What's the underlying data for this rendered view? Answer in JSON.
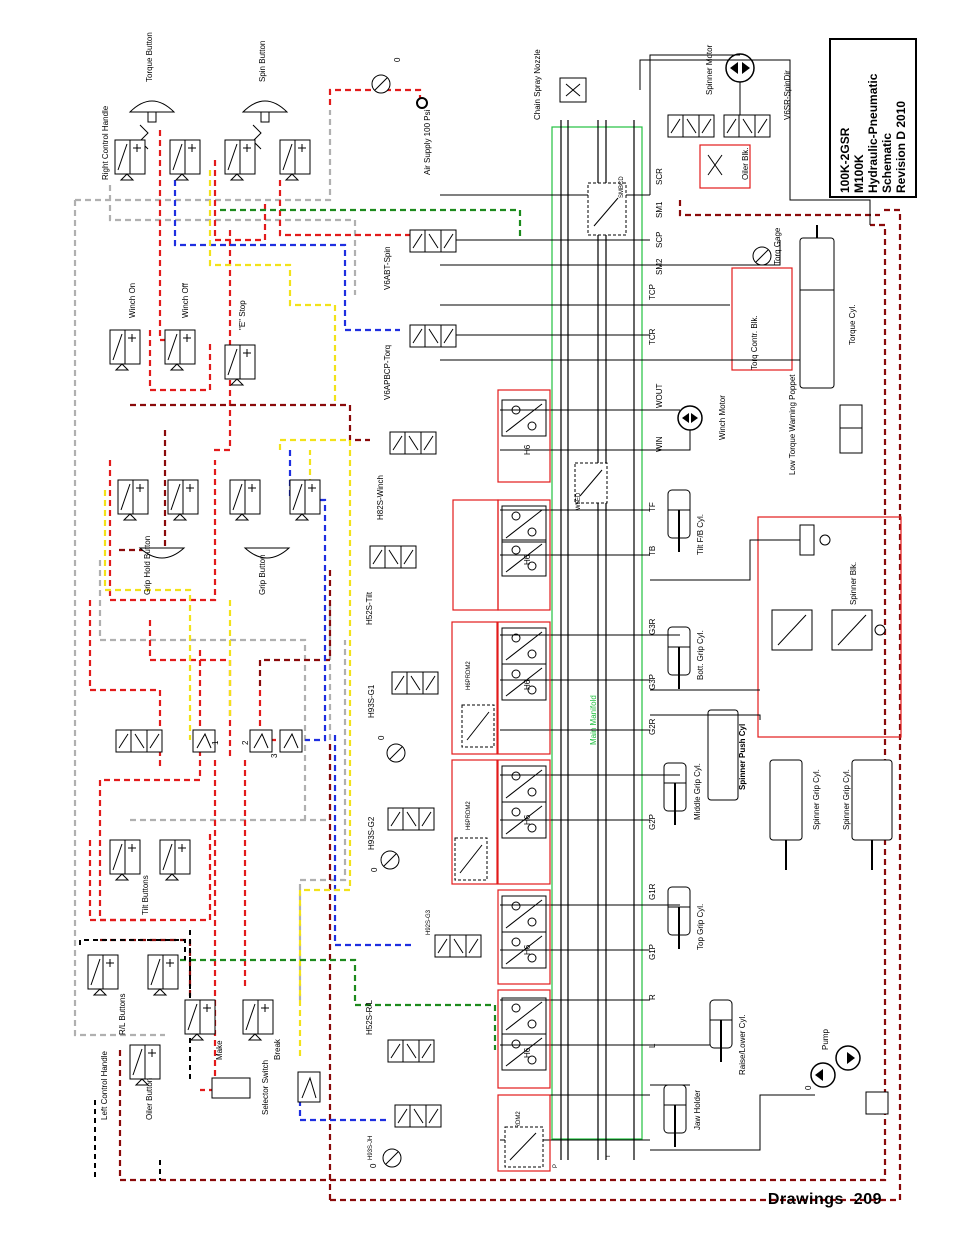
{
  "title_block": {
    "line1": "100K-2GSR",
    "line2": "M100K",
    "line3": "Hydraulic-Pneumatic",
    "line4": "Schematic",
    "line5": "Revision D 2010"
  },
  "footer": {
    "label": "Drawings",
    "page": "209"
  },
  "manifold_label": "Main Manifold",
  "colors": {
    "red_line": "#e21b1b",
    "dark_red_line": "#8a0a0a",
    "blue_line": "#1f2fe0",
    "yellow_line": "#f2e21a",
    "green_line": "#1d8a1d",
    "gray_line": "#b0b0b0",
    "black_line": "#000000",
    "manifold_outline": "#22c040",
    "block_outline": "#e21b1b"
  },
  "labels": {
    "torque_button": "Torque Button",
    "spin_button": "Spin Button",
    "right_control_handle": "Right Control Handle",
    "winch_on": "Winch On",
    "winch_off": "Winch Off",
    "e_stop": "\"E\" Stop",
    "grip_hold_button": "Grip Hold Button",
    "grip_button": "Grip Button",
    "tilt_buttons": "Tilt Buttons",
    "rl_buttons": "R/L Buttons",
    "left_control_handle": "Left Control Handle",
    "oiler_button": "Oiler Button",
    "make": "Make",
    "break": "Break",
    "selector_switch": "Selector Switch",
    "air_supply": "Air Supply 100 Psi",
    "chain_spray_nozzle": "Chain Spray Nozzle",
    "spinner_motor": "Spinner Motor",
    "v6sr_spindir": "V6SR-SpinDir",
    "oiler_blk": "Oiler Blk.",
    "torq_gage": "Torq Gage",
    "torq_contr_blk": "Torq Contr. Blk.",
    "torque_cyl": "Torque Cyl.",
    "low_torque_warning_poppet": "Low Torque Warning Poppet",
    "winch_motor": "Winch Motor",
    "tilt_fb_cyl": "Tilt F/B Cyl.",
    "spinner_blk": "Spinner Blk.",
    "bott_grip_cyl": "Bott. Grip Cyl.",
    "middle_grip_cyl": "Middle Grip Cyl.",
    "spinner_push_cyl": "Spinner Push Cyl",
    "spinner_grip_cyl_1": "Spinner Grip Cyl.",
    "spinner_grip_cyl_2": "Spinner Grip Cyl.",
    "top_grip_cyl": "Top Grip Cyl.",
    "raise_lower_cyl": "Raise/Lower Cyl.",
    "pump": "Pump",
    "jaw_holder": "Jaw Holder",
    "v6abt_spin": "V6ABT-Spin",
    "v6apbcp_torq": "V6APBCP-Torq",
    "h82s_winch": "H82S-Winch",
    "h52s_tilt": "H52S-Tilt",
    "h93s_g1": "H93S-G1",
    "h93s_g2": "H93S-G2",
    "h92s_g3": "H92S-G3",
    "h52s_rl": "H52S-R/L",
    "h93s_jh": "H93S-JH",
    "h6": "H6",
    "h6prdm2": "H6PRDM2",
    "smbcd": "SMBCD",
    "w5ed": "W5ED",
    "port_scr": "SCR",
    "port_sm1": "SM1",
    "port_scp": "SCP",
    "port_sm2": "SM2",
    "port_tcp": "TCP",
    "port_tcr": "TCR",
    "port_wout": "WOUT",
    "port_win": "WIN",
    "port_tf": "TF",
    "port_tb": "TB",
    "port_g3r": "G3R",
    "port_g3p": "G3P",
    "port_g2r": "G2R",
    "port_g2p": "G2P",
    "port_g1r": "G1R",
    "port_g1p": "G1P",
    "port_r": "R",
    "port_l": "L",
    "port_t": "T",
    "port_p": "P",
    "zero": "0",
    "one": "1",
    "two": "2",
    "three": "3"
  }
}
